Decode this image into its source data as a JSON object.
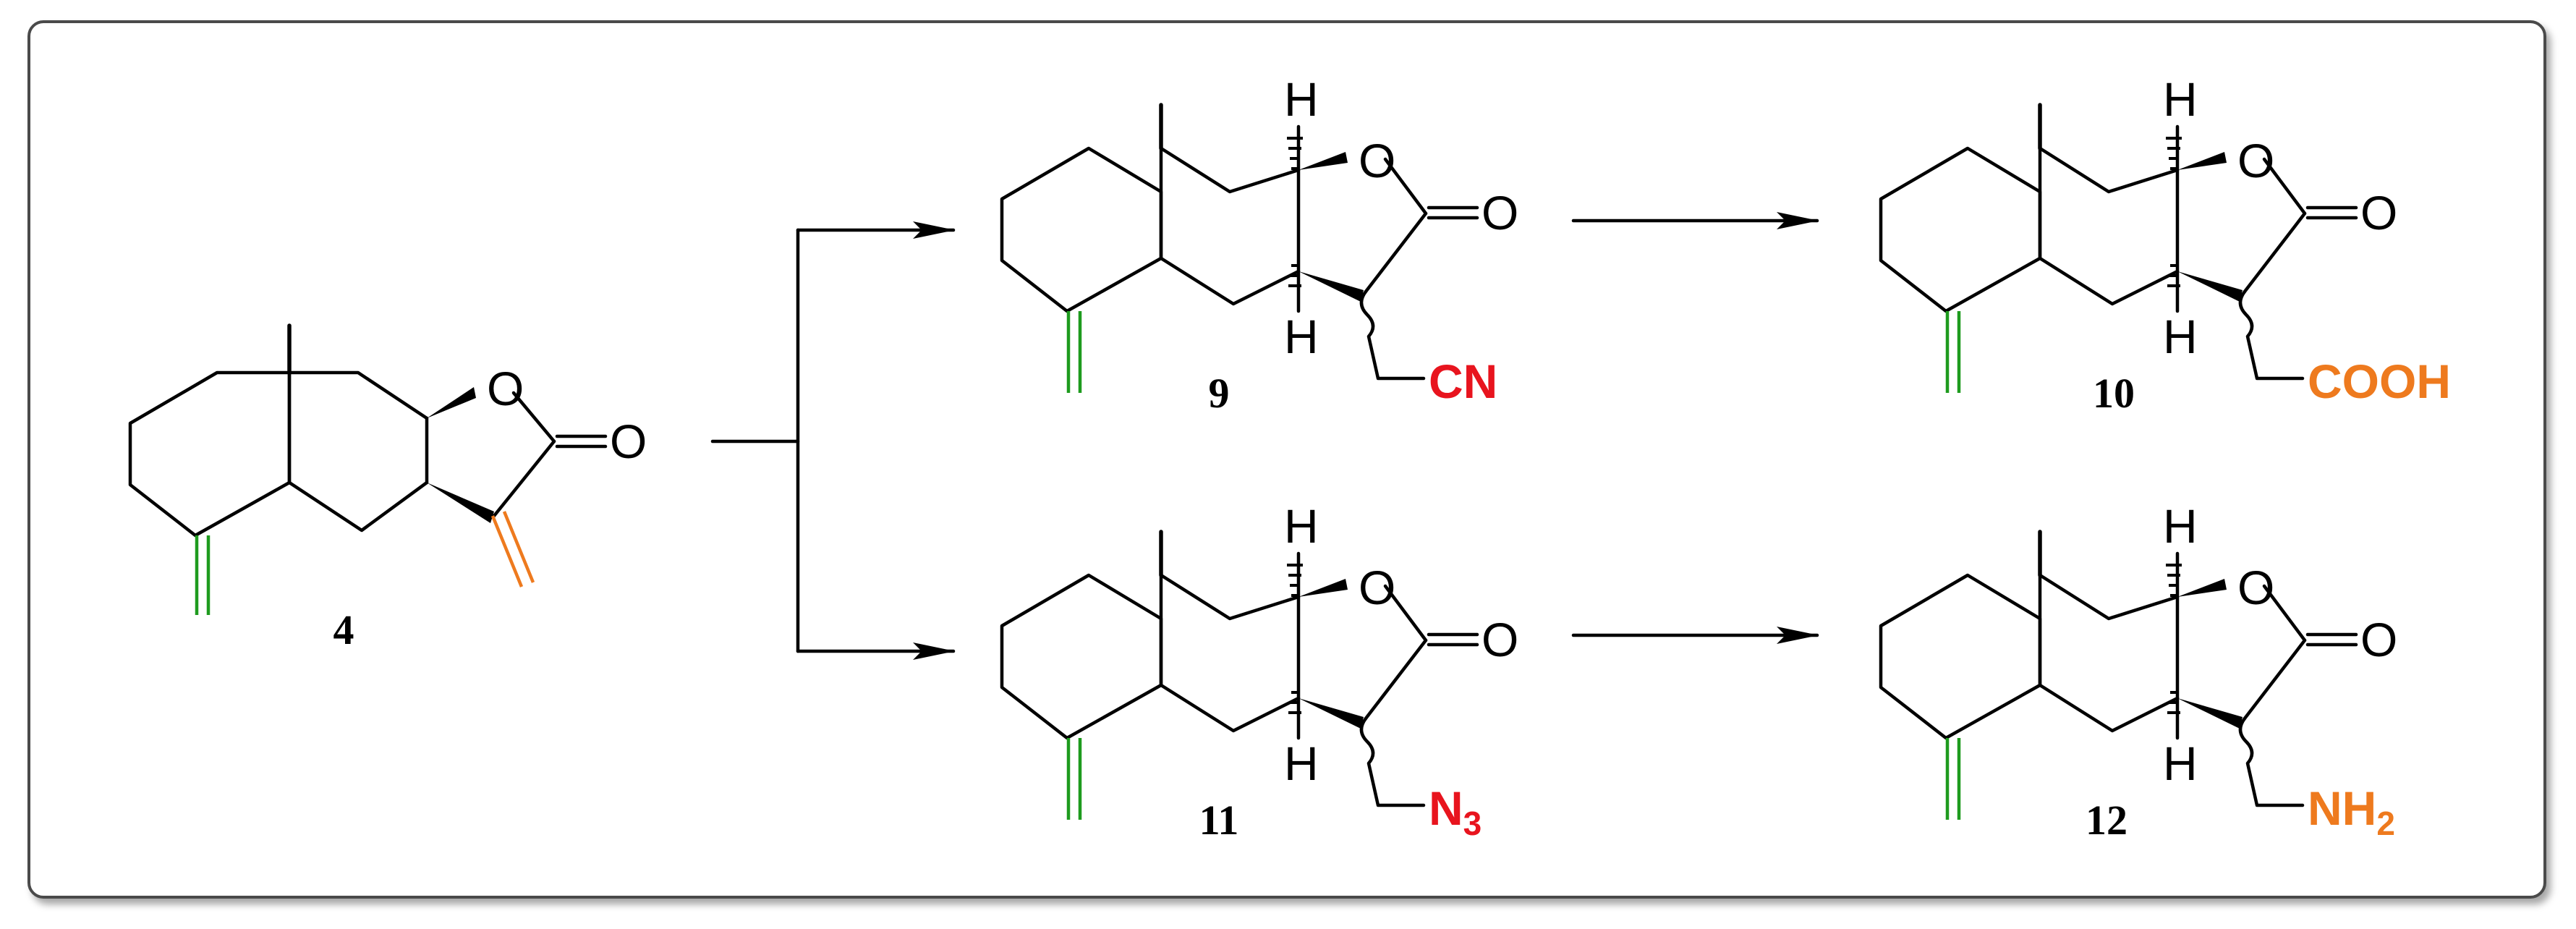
{
  "colors": {
    "frame": "#4a4a4a",
    "bond": "#000000",
    "exo_methylene_ring": "#1e9b1e",
    "exo_methylene_lactone": "#ee7a1e",
    "red_group": "#e8141e",
    "orange_group": "#ee7a1e"
  },
  "atoms": {
    "oxygen": "O",
    "hydrogen": "H"
  },
  "compounds": [
    {
      "id": "4",
      "label": "4",
      "substituent": ""
    },
    {
      "id": "9",
      "label": "9",
      "substituent": "CN",
      "sub_main": "CN",
      "sub_sub": "",
      "sub_color": "#e8141e"
    },
    {
      "id": "10",
      "label": "10",
      "substituent": "COOH",
      "sub_main": "COOH",
      "sub_sub": "",
      "sub_color": "#ee7a1e"
    },
    {
      "id": "11",
      "label": "11",
      "substituent": "N3",
      "sub_main": "N",
      "sub_sub": "3",
      "sub_color": "#e8141e"
    },
    {
      "id": "12",
      "label": "12",
      "substituent": "NH2",
      "sub_main": "NH",
      "sub_sub": "2",
      "sub_color": "#ee7a1e"
    }
  ],
  "arrows": [
    {
      "from": "4",
      "to": "9"
    },
    {
      "from": "4",
      "to": "11"
    },
    {
      "from": "9",
      "to": "10"
    },
    {
      "from": "11",
      "to": "12"
    }
  ]
}
